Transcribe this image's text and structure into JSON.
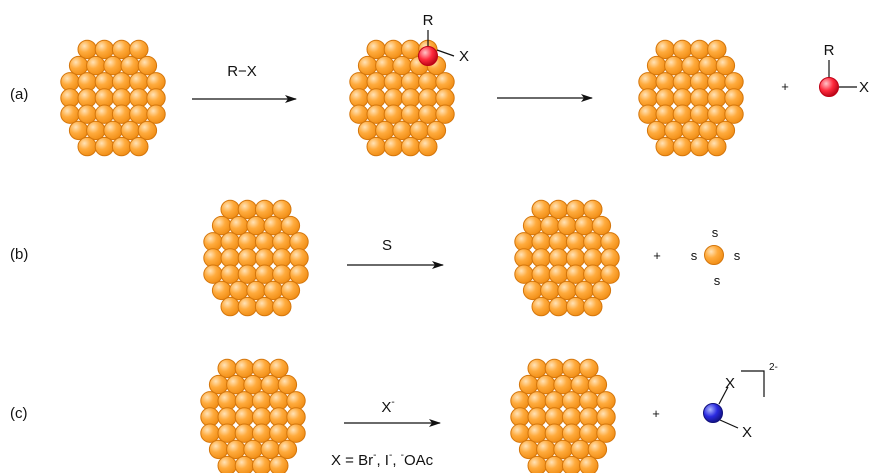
{
  "colors": {
    "gold_light": "#ffe3b8",
    "gold_mid": "#ffab3d",
    "gold_dark": "#ef8a10",
    "gold_stroke": "#d4760c",
    "red_light": "#ffc4c8",
    "red_dark": "#e00b23",
    "blue_light": "#aeb8ff",
    "blue_dark": "#1a1aa5",
    "ink": "#111111"
  },
  "rows": {
    "a": {
      "label": "(a)",
      "reagent": "R−X",
      "plus": "+",
      "adduct": {
        "top_label": "R",
        "side_label": "X"
      },
      "product": {
        "top_label": "R",
        "side_label": "X"
      }
    },
    "b": {
      "label": "(b)",
      "reagent": "S",
      "plus": "+",
      "product_s": [
        "s",
        "s",
        "s",
        "s"
      ]
    },
    "c": {
      "label": "(c)",
      "reagent": "X",
      "reagent_sup": "-",
      "condition": {
        "prefix": "X = Br",
        "sup1": "-",
        "mid": ", I",
        "sup2": "-",
        "sep": ", ",
        "sup3": "-",
        "suffix": "OAc"
      },
      "plus": "+",
      "product": {
        "x_top": "X",
        "x_bottom": "X",
        "charge": "2-"
      }
    }
  }
}
